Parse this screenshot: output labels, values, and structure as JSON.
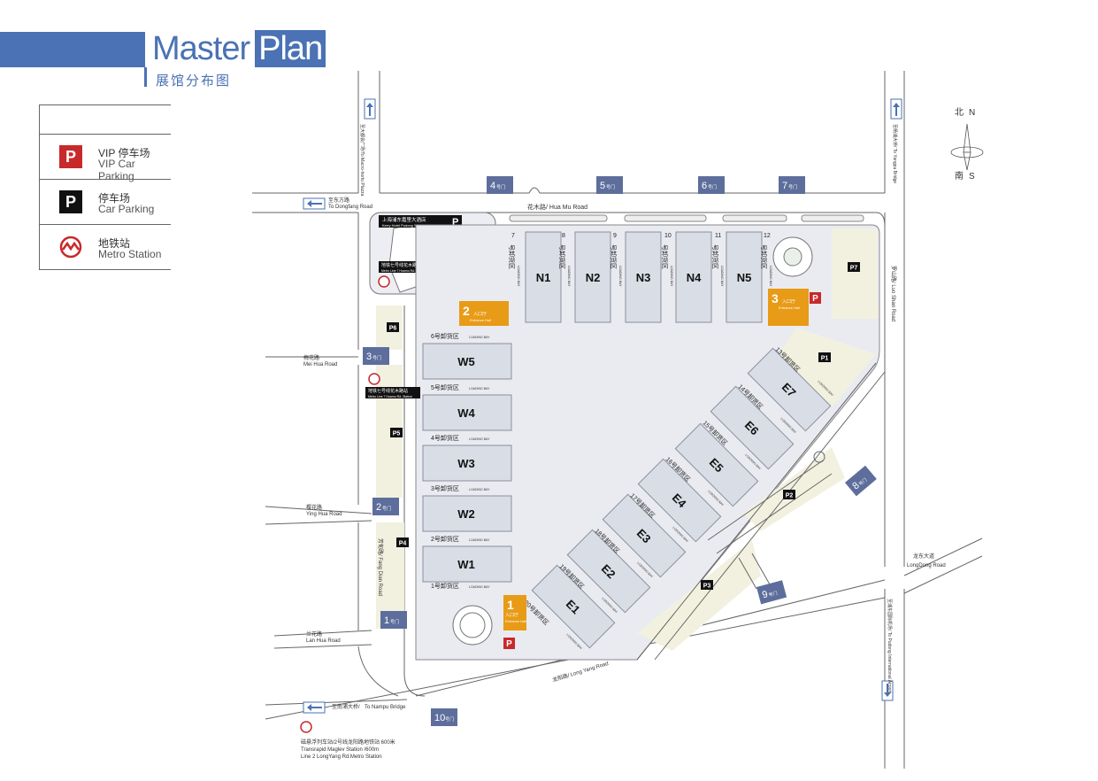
{
  "title": {
    "word1": "Master",
    "word2": "Plan",
    "subtitle": "展馆分布图"
  },
  "legend": [
    {
      "icon": "vip-parking-icon",
      "text_cn": "VIP 停车场",
      "text_en": "VIP Car Parking",
      "color": "#c8292b"
    },
    {
      "icon": "parking-icon",
      "text_cn": "停车场",
      "text_en": "Car Parking",
      "color": "#111111"
    },
    {
      "icon": "metro-icon",
      "text_cn": "地铁站",
      "text_en": "Metro Station",
      "color": "#c8292b"
    }
  ],
  "colors": {
    "accent": "#4a72b5",
    "gate": "#5d6e9c",
    "entrance": "#e89b16",
    "hall": "#d9dde6",
    "grounds": "#e9ebf1",
    "green": "#f2f1e0",
    "road_edge": "#666666"
  },
  "compass": {
    "north_cn": "北",
    "north_en": "N",
    "south_cn": "南",
    "south_en": "S"
  },
  "roads": {
    "hua_mu": "花木路/ Hua Mu Road",
    "to_dongfang": "至东方路",
    "to_dongfang_en": "To Dongfang Road",
    "to_nampu_cn": "至南浦大桥/",
    "to_nampu_en": "To Nampu Bridge",
    "mei_hua_cn": "梅花路",
    "mei_hua_en": "Mei Hua Road",
    "ying_hua_cn": "樱花路",
    "ying_hua_en": "Ying Hua Road",
    "lan_hua_cn": "兰花路",
    "lan_hua_en": "Lan Hua Road",
    "fang_dian": "芳甸路/ Fang Dian Road",
    "long_yang": "龙阳路/ Long Yang Road",
    "luo_shan": "罗山路/ Luo Shan Road",
    "longdong_cn": "龙东大道",
    "longdong_en": "LongDong Road",
    "to_metro_plaza": "至大都会广场/To Macro-horto Plazza",
    "to_yangpu": "至杨浦大桥/ To Yangpu Bridge",
    "to_airport": "至浦东国际机场/ To Pudong International Airport"
  },
  "hotel": {
    "name_cn": "上海浦东嘉里大酒店",
    "name_en": "Kerry Hotel Pudong Shanghai"
  },
  "metro_labels": [
    {
      "cn": "地铁七号线花木路站",
      "en": "Metro Line 7 Huamu Rd. Station"
    },
    {
      "cn": "地铁七号线花木路站",
      "en": "Metro Line 7 Huamu Rd. Station"
    }
  ],
  "maglev": {
    "line1": "磁悬浮列车站/2号线龙阳路地铁站  600米",
    "line2": "Transrapid Maglev Station  /600m",
    "line3": "Line 2 LongYang Rd.Metro Station"
  },
  "gates": [
    {
      "num": "1",
      "suffix": "号门"
    },
    {
      "num": "2",
      "suffix": "号门"
    },
    {
      "num": "3",
      "suffix": "号门"
    },
    {
      "num": "4",
      "suffix": "号门"
    },
    {
      "num": "5",
      "suffix": "号门"
    },
    {
      "num": "6",
      "suffix": "号门"
    },
    {
      "num": "7",
      "suffix": "号门"
    },
    {
      "num": "8",
      "suffix": "号门"
    },
    {
      "num": "9",
      "suffix": "号门"
    },
    {
      "num": "10",
      "suffix": "号门"
    }
  ],
  "entrances": [
    {
      "num": "1",
      "cn": "入口厅",
      "en": "Entrance Hall"
    },
    {
      "num": "2",
      "cn": "入口厅",
      "en": "Entrance Hall"
    },
    {
      "num": "3",
      "cn": "入口厅",
      "en": "Entrance Hall"
    }
  ],
  "halls_n": [
    "N1",
    "N2",
    "N3",
    "N4",
    "N5"
  ],
  "halls_w": [
    "W5",
    "W4",
    "W3",
    "W2",
    "W1"
  ],
  "halls_e": [
    "E7",
    "E6",
    "E5",
    "E4",
    "E3",
    "E2",
    "E1"
  ],
  "loading_bays_n": [
    {
      "num": "7",
      "cn": "号卸货区"
    },
    {
      "num": "8",
      "cn": "号卸货区"
    },
    {
      "num": "9",
      "cn": "号卸货区"
    },
    {
      "num": "10",
      "cn": "号卸货区"
    },
    {
      "num": "11",
      "cn": "号卸货区"
    },
    {
      "num": "12",
      "cn": "号卸货区"
    }
  ],
  "loading_bays_w": [
    "6号卸货区",
    "5号卸货区",
    "4号卸货区",
    "3号卸货区",
    "2号卸货区",
    "1号卸货区"
  ],
  "loading_bays_e": [
    "13号卸货区",
    "14号卸货区",
    "15号卸货区",
    "16号卸货区",
    "17号卸货区",
    "18号卸货区",
    "19号卸货区",
    "20号卸货区"
  ],
  "loading_bay_en": "LOADING BAY",
  "parking": [
    "P1",
    "P2",
    "P3",
    "P4",
    "P5",
    "P6",
    "P7"
  ],
  "parking_symbol": "P"
}
